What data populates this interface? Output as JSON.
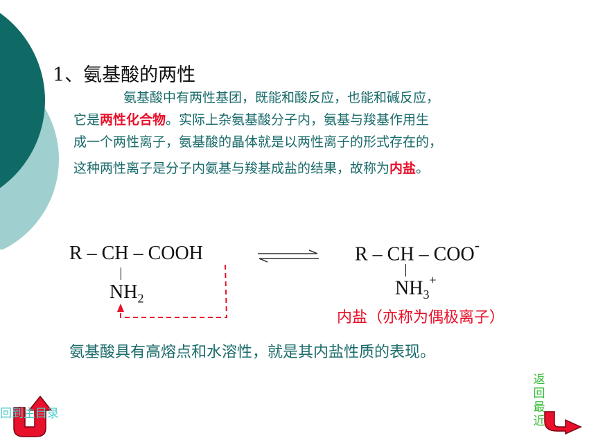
{
  "title": "1、氨基酸的两性",
  "paragraph": {
    "line1": "氨基酸中有两性基团，既能和酸反应，也能和碱反应，",
    "line2_prefix": "它是",
    "line2_highlight": "两性化合物",
    "line2_suffix": "。实际上杂氨基酸分子内，氨基与羧基作用生",
    "line3": "成一个两性离子，氨基酸的晶体就是以两性离子的形式存在的，",
    "line4_prefix": "这种两性离子是分子内氨基与羧基成盐的结果，故称为",
    "line4_highlight": "内盐",
    "line4_suffix": "。"
  },
  "reaction": {
    "left_formula": "R – CH – COOH",
    "left_amine": "NH",
    "left_amine_sub": "2",
    "right_formula": "R – CH – COO",
    "right_charge": "-",
    "right_amine": "NH",
    "right_amine_sub": "3",
    "right_amine_sup": "+",
    "inner_salt_label": "内盐（亦称为偶极离子）"
  },
  "conclusion": "氨基酸具有高熔点和水溶性，就是其内盐性质的表现。",
  "nav": {
    "back_main": "回到主目录",
    "back_recent": [
      "返",
      "回",
      "最",
      "近"
    ]
  },
  "colors": {
    "teal_dark": "#0f6a66",
    "teal_light": "#9fcfcf",
    "highlight_red": "#e8102a",
    "text_teal": "#1a6a6a"
  }
}
